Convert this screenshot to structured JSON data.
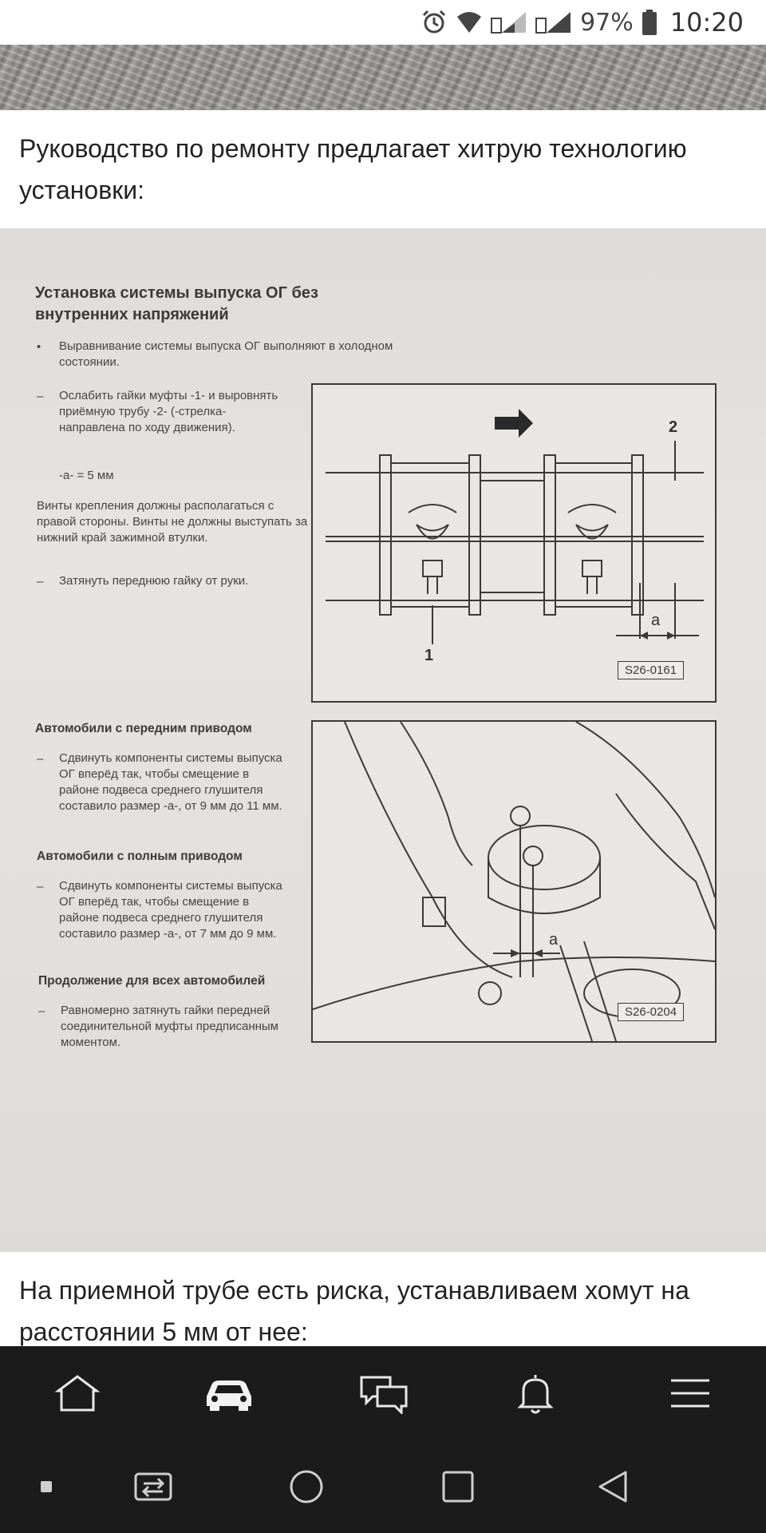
{
  "status_bar": {
    "battery_percent": "97%",
    "time": "10:20",
    "icons": [
      "alarm-icon",
      "wifi-icon",
      "signal-sim1-icon",
      "signal-sim2-icon",
      "battery-icon"
    ]
  },
  "post": {
    "paragraph_1": "Руководство по ремонту предлагает хитрую технологию установки:",
    "paragraph_2": "На приемной трубе есть риска, устанавливаем хомут на расстоянии 5 мм от нее:"
  },
  "manual_page": {
    "title": "Установка системы выпуска ОГ без внутренних напряжений",
    "item_1": "Выравнивание системы выпуска ОГ выполняют в холодном состоянии.",
    "item_2": "Ослабить гайки муфты -1- и выровнять приёмную трубу -2- (-стрелка- направлена по ходу движения).",
    "dimension": "-a- = 5 мм",
    "note": "Винты крепления должны располагаться с правой стороны. Винты не должны выступать за нижний край зажимной втулки.",
    "item_3": "Затянуть переднюю гайку от руки.",
    "heading_fwd": "Автомобили с передним приводом",
    "fwd_text": "Сдвинуть компоненты системы выпуска ОГ вперёд так, чтобы смещение в районе подвеса среднего глушителя составило размер -а-, от 9 мм до 11 мм.",
    "heading_awd": "Автомобили с полным приводом",
    "awd_text": "Сдвинуть компоненты системы выпуска ОГ вперёд так, чтобы смещение в районе подвеса среднего глушителя составило размер -а-, от 7 мм до 9 мм.",
    "heading_all": "Продолжение для всех автомобилей",
    "all_text": "Равномерно затянуть гайки передней соединительной муфты предписанным моментом.",
    "figure_1": {
      "label": "S26-0161",
      "callout_1": "1",
      "callout_2": "2",
      "callout_a": "a"
    },
    "figure_2": {
      "label": "S26-0204",
      "callout_a": "a"
    }
  },
  "bottom_nav": {
    "items": [
      {
        "name": "home-icon"
      },
      {
        "name": "car-icon",
        "active": true
      },
      {
        "name": "chat-icon"
      },
      {
        "name": "bell-icon"
      },
      {
        "name": "menu-icon"
      }
    ]
  },
  "system_nav": {
    "items": [
      "dot-icon",
      "switch-apps-icon",
      "home-circle-icon",
      "recents-square-icon",
      "back-triangle-icon"
    ]
  },
  "colors": {
    "nav_background": "#1b1b1b",
    "nav_icon": "#e8e8e8",
    "scan_paper": "#e2e0dc",
    "text": "#222222"
  }
}
